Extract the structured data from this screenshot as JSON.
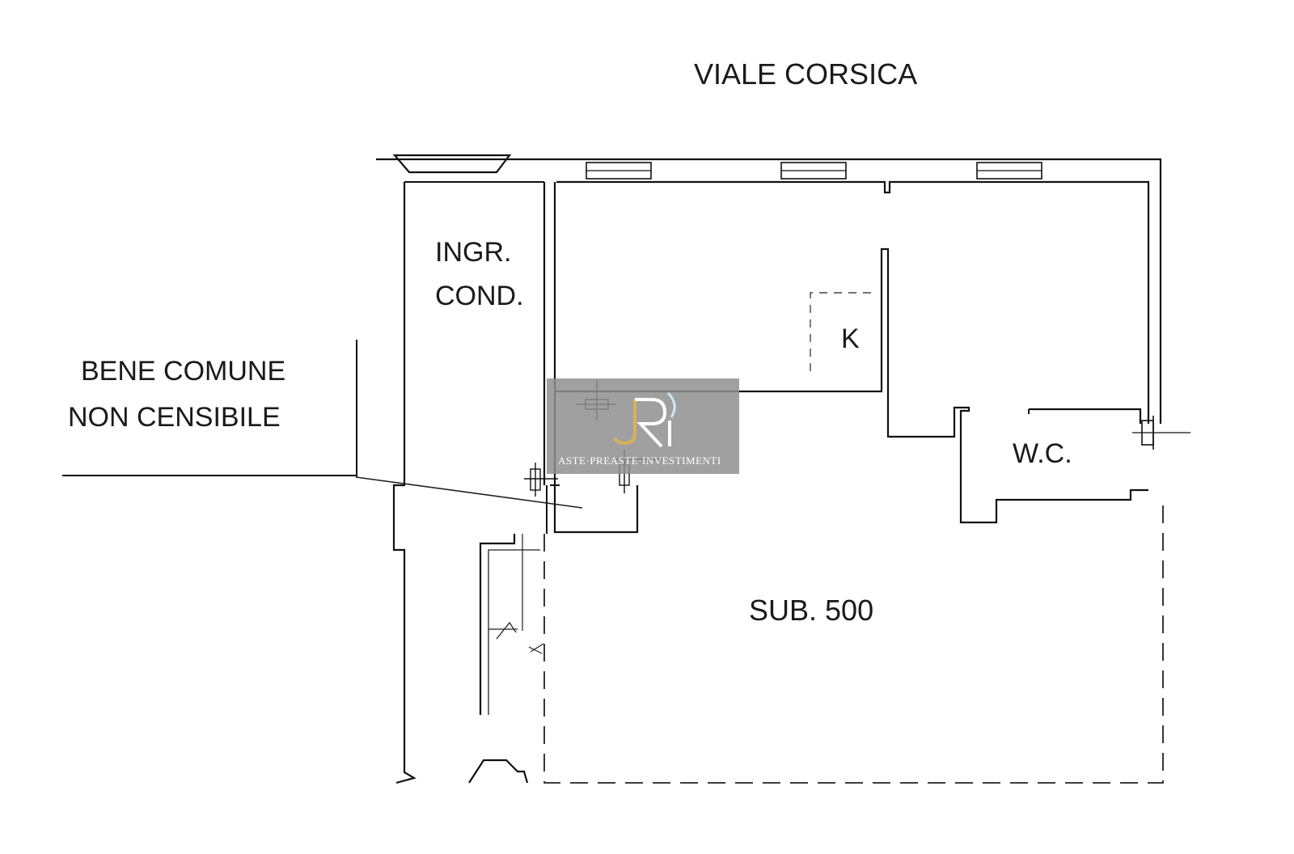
{
  "labels": {
    "street": "VIALE CORSICA",
    "entrance_line1": "INGR.",
    "entrance_line2": "COND.",
    "common_line1": "BENE COMUNE",
    "common_line2": "NON CENSIBILE",
    "kitchen": "K",
    "wc": "W.C.",
    "unit": "SUB. 500"
  },
  "watermark": {
    "text": "ASTE·PREASTE·INVESTIMENTI",
    "colors": {
      "box": "#8f8f8f",
      "logo_gold": "#d8b25a",
      "logo_white": "#ffffff"
    }
  }
}
